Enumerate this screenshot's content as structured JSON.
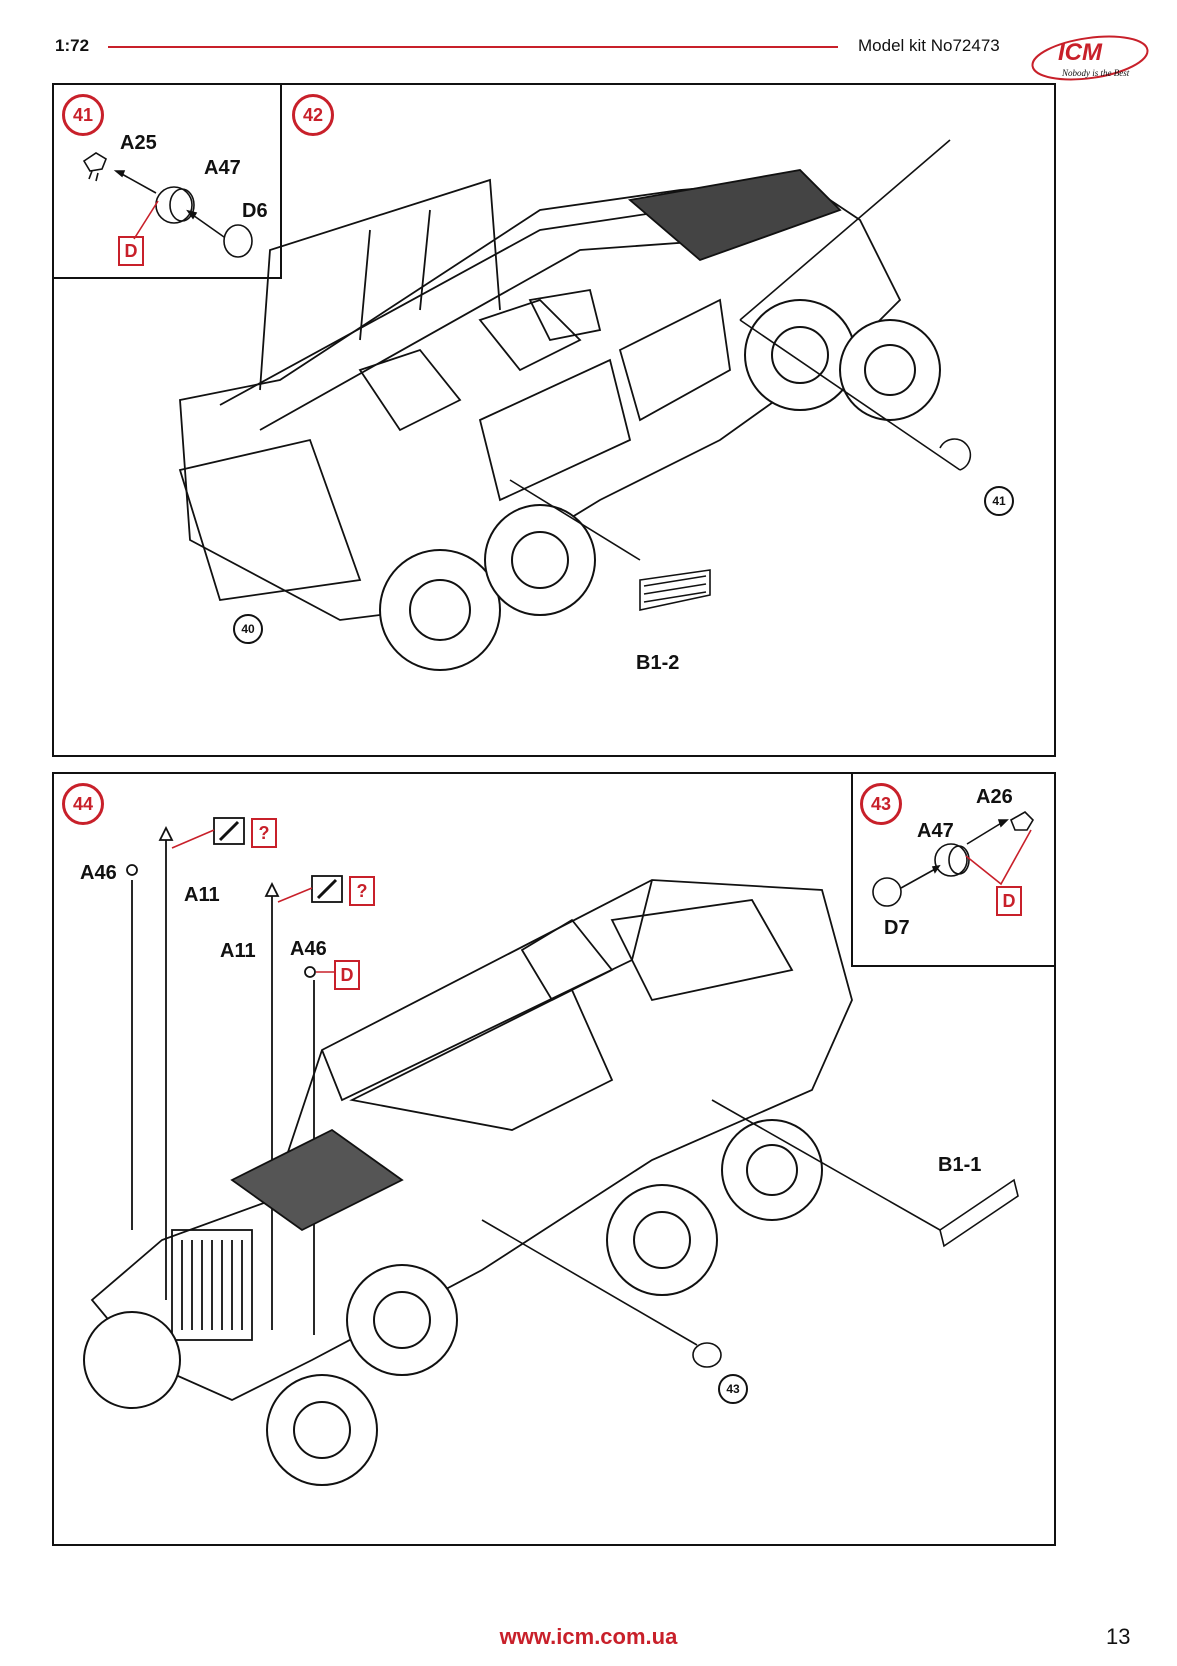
{
  "header": {
    "scale": "1:72",
    "kit": "Model kit No72473",
    "logo_text": "ICM",
    "logo_tagline": "Nobody is the Best"
  },
  "steps": {
    "s41": {
      "num": "41",
      "parts": [
        "A25",
        "A47",
        "D6"
      ],
      "paint": "D"
    },
    "s42": {
      "num": "42",
      "part": "B1-2",
      "ref_a": "41",
      "ref_b": "40"
    },
    "s43": {
      "num": "43",
      "parts": [
        "A26",
        "A47",
        "D7"
      ],
      "paint": "D"
    },
    "s44": {
      "num": "44",
      "parts": [
        "A46",
        "A11",
        "A11",
        "A46",
        "B1-1"
      ],
      "paint": "D",
      "ref": "43",
      "paint_q": "?"
    }
  },
  "footer": {
    "url": "www.icm.com.ua",
    "page": "13"
  },
  "colors": {
    "accent": "#c8202a",
    "line": "#111111"
  }
}
